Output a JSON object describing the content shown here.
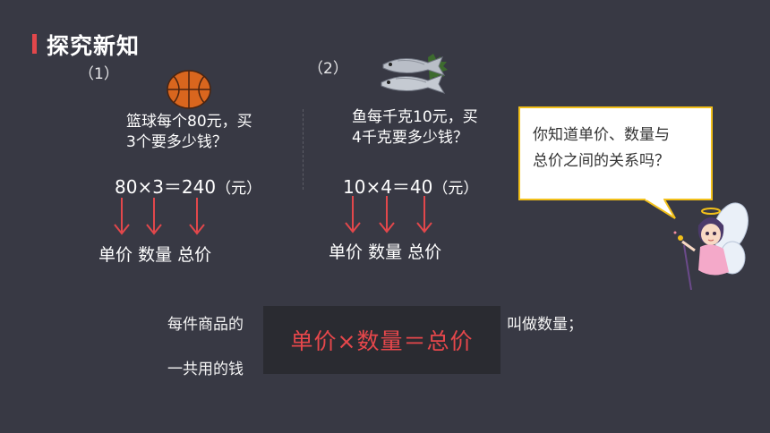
{
  "page": {
    "title": "探究新知"
  },
  "problem1": {
    "number": "（1）",
    "icon": "basketball-icon",
    "line1": "篮球每个80元，买",
    "line2": "3个要多少钱？",
    "equation": "80×3＝240",
    "unit": "（元）",
    "labels": [
      "单价",
      "数量",
      "总价"
    ]
  },
  "problem2": {
    "number": "（2）",
    "icon": "fish-icon",
    "line1": "鱼每千克10元，买",
    "line2": "4千克要多少钱？",
    "equation": "10×4＝40",
    "unit": "（元）",
    "labels": [
      "单价",
      "数量",
      "总价"
    ]
  },
  "bubble": {
    "line1": "你知道单价、数量与",
    "line2": "总价之间的关系吗？"
  },
  "definitions": {
    "line1_start": "每件商品的",
    "line1_end": "叫做数量；",
    "line2_start": "一共用的钱"
  },
  "formula": "单价×数量＝总价",
  "colors": {
    "accent_red": "#e2474b",
    "bubble_border": "#f2c01a",
    "background": "#383944"
  }
}
